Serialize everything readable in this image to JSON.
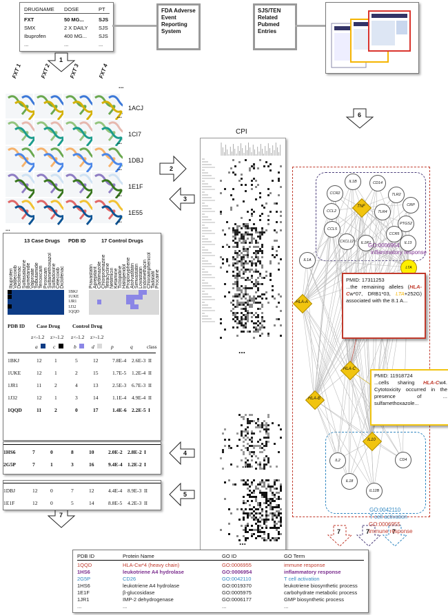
{
  "drug_table": {
    "headers": [
      "DRUGNAME",
      "DOSE",
      "PT"
    ],
    "rows": [
      [
        "FXT",
        "50 MG...",
        "SJS"
      ],
      [
        "SMX",
        "2 X DAILY",
        "SJS"
      ],
      [
        "Ibuprofen",
        "400 MG...",
        "SJS"
      ],
      [
        "...",
        "...",
        "..."
      ]
    ]
  },
  "faers_label": "FDA Adverse Event Reporting System",
  "pubmed_label": "SJS/TEN Related Pubmed Entries",
  "arrows": {
    "a1": "1",
    "a2": "2",
    "a3": "3",
    "a4": "4",
    "a5": "5",
    "a6": "6",
    "a7": "7",
    "r1": "7",
    "r2": "7",
    "r3": "7"
  },
  "fxt_columns": [
    "FXT 1",
    "FXT 2",
    "FXT 3",
    "FXT 4"
  ],
  "ellipsis": "...",
  "pdb_rows": [
    "1ACJ",
    "1CI7",
    "1DBJ",
    "1E1F",
    "1E55"
  ],
  "cpi_title": "CPI",
  "heatmap": {
    "case_title": "13 Case Drugs",
    "pdb_title": "PDB ID",
    "control_title": "17 Control Drugs",
    "case_drugs": [
      "Ibuprofen",
      "Valdecoxib",
      "Diclofenac",
      "Sulfasalazine",
      "Bumetanide",
      "Valproate",
      "Tolbutamide",
      "Tenoxicam",
      "Piroxicam",
      "Sulfamethoxazol",
      "Sulfadoxine",
      "Celecoxib",
      "Diclofenac"
    ],
    "control_drugs": [
      "Pravastatin",
      "Aprepitant",
      "Carbimazole",
      "Chlorpromazine",
      "Tetracycline",
      "Netilmicin",
      "Ketamine",
      "Ticlopidine",
      "Haloperidol",
      "Propoxyphene",
      "Atorvastatin",
      "Simvastatin",
      "Lovastatin",
      "Indomethacin",
      "Chloramphenicol",
      "Tadalafil",
      "Procaine"
    ],
    "pdb_ids": [
      "1BKJ",
      "1UKE",
      "1JR1",
      "1J32",
      "1QQD"
    ]
  },
  "stats": {
    "h_pdb": "PDB ID",
    "h_case": "Case Drug",
    "h_control": "Control Drug",
    "z_lt": "z<-1.2",
    "z_gt": "z>-1.2",
    "cols": [
      "a",
      "c",
      "b",
      "d",
      "p",
      "q",
      "class"
    ],
    "rows": [
      [
        "1BKJ",
        "12",
        "1",
        "5",
        "12",
        "7.8E-4",
        "2.6E-3",
        "II"
      ],
      [
        "1UKE",
        "12",
        "1",
        "2",
        "15",
        "1.7E-5",
        "1.2E-4",
        "II"
      ],
      [
        "1JR1",
        "11",
        "2",
        "4",
        "13",
        "2.5E-3",
        "6.7E-3",
        "II"
      ],
      [
        "1J32",
        "12",
        "1",
        "3",
        "14",
        "1.1E-4",
        "4.9E-4",
        "II"
      ],
      [
        "1QQD",
        "11",
        "2",
        "0",
        "17",
        "1.4E-6",
        "2.2E-5",
        "I"
      ]
    ],
    "rows4": [
      [
        "1HS6",
        "7",
        "0",
        "8",
        "10",
        "2.0E-2",
        "2.8E-2",
        "I"
      ],
      [
        "2G5P",
        "7",
        "1",
        "3",
        "16",
        "9.4E-4",
        "1.2E-2",
        "I"
      ]
    ],
    "rows5": [
      [
        "1DBJ",
        "12",
        "0",
        "7",
        "12",
        "4.4E-4",
        "8.9E-3",
        "II"
      ],
      [
        "1E1F",
        "12",
        "0",
        "5",
        "14",
        "8.8E-5",
        "4.2E-3",
        "II"
      ]
    ]
  },
  "network": {
    "nodes": [
      "IL1B",
      "CD14",
      "CCR2",
      "TLR2",
      "CRP",
      "TNF",
      "CCL2",
      "TLR4",
      "PTGS2",
      "CCR5",
      "CCL5",
      "IL13",
      "CXCL12",
      "IL1R1",
      "IL1A",
      "LTA",
      "HLA-A",
      "HLA-C",
      "HLA-B",
      "IL10",
      "IL2",
      "CD4",
      "IL18",
      "IL12B"
    ],
    "go1_id": "GO:0006954",
    "go1_term": "inflammatory response",
    "go2_id": "GO:0042110",
    "go2_term": "T cell activation",
    "go3_id": "GO:0006955",
    "go3_term": "immune response",
    "pm1_id": "PMID: 17311253",
    "pm1_a": "...the remaining alleles (",
    "pm1_hla": "HLA-C",
    "pm1_b": "w*07, DRB1*03, ",
    "pm1_lta": "LTA",
    "pm1_c": "+252G) associated with the 8.1 A...",
    "pm2_id": "PMID: 11918724",
    "pm2_a": "...cells sharing ",
    "pm2_hla": "HLA-C",
    "pm2_b": "w4. Cytotoxicity occurred in the presence of ... sulfamethoxazole..."
  },
  "go_table": {
    "headers": [
      "PDB ID",
      "Protein Name",
      "GO ID",
      "GO Term"
    ],
    "rows": [
      [
        "1QQD",
        "HLA-Cw*4 (heavy chain)",
        "GO:0006955",
        "immune response"
      ],
      [
        "1HS6",
        "leukotriene A4 hydrolase",
        "GO:0006954",
        "inflammatory response"
      ],
      [
        "2G5P",
        "CD26",
        "GO:0042110",
        "T cell activation"
      ],
      [
        "1HS6",
        "leukotriene A4 hydrolase",
        "GO:0019370",
        "leukotriene biosynthetic process"
      ],
      [
        "1E1F",
        "β-glucosidase",
        "GO:0005975",
        "carbohydrate metabolic process"
      ],
      [
        "1JR1",
        "IMP-2 dehydrogenase",
        "GO:0006177",
        "GMP biosynthetic process"
      ],
      [
        "...",
        "...",
        "...",
        "..."
      ]
    ],
    "colors": {
      "red": "#c0392b",
      "purple": "#7b2d8e",
      "blue": "#2e86c1"
    }
  }
}
